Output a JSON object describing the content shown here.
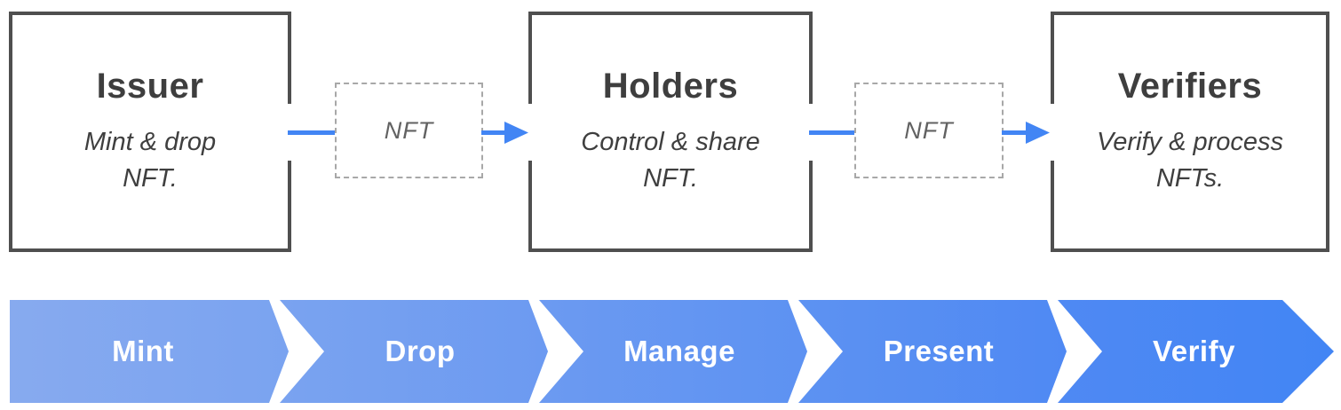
{
  "diagram": {
    "actors": [
      {
        "title": "Issuer",
        "subtitle": "Mint & drop\nNFT."
      },
      {
        "title": "Holders",
        "subtitle": "Control & share\nNFT."
      },
      {
        "title": "Verifiers",
        "subtitle": "Verify & process\nNFTs."
      }
    ],
    "transfers": [
      {
        "label": "NFT"
      },
      {
        "label": "NFT"
      }
    ],
    "process": {
      "steps": [
        {
          "label": "Mint",
          "from": "#87AAEF",
          "to": "#7AA3F0"
        },
        {
          "label": "Drop",
          "from": "#7AA3F0",
          "to": "#6C9AF1"
        },
        {
          "label": "Manage",
          "from": "#6C9AF1",
          "to": "#5D92F2"
        },
        {
          "label": "Present",
          "from": "#5D92F2",
          "to": "#4F89F3"
        },
        {
          "label": "Verify",
          "from": "#4F89F3",
          "to": "#4285F4"
        }
      ]
    }
  },
  "colors": {
    "accent_blue": "#4285F4",
    "box_border": "#4F4F4F",
    "title_text": "#3E3E3E",
    "subtitle_text": "#3F3F3F",
    "dashed_border": "#A8A8A8",
    "nft_text": "#626262",
    "step_label": "#FFFFFF",
    "background": "#FFFFFF"
  }
}
